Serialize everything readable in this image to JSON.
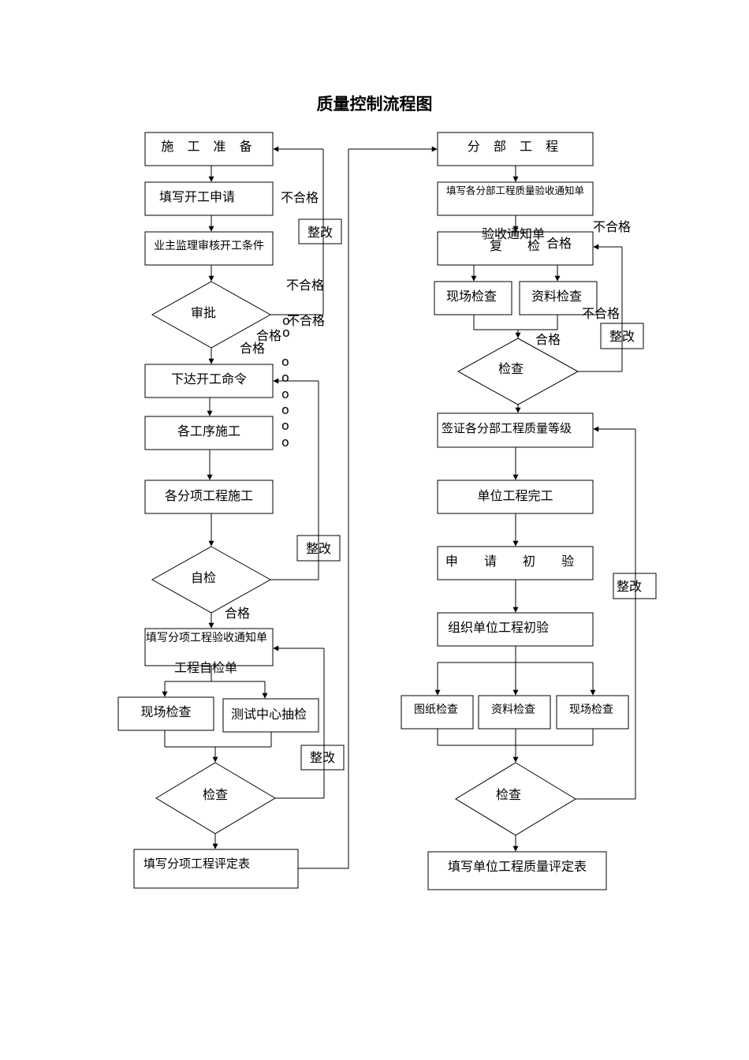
{
  "title": "质量控制流程图",
  "left": {
    "prep": "施 工 准 备",
    "apply": "填写开工申请",
    "review": "业主监理审核开工条件",
    "approve": "审批",
    "order": "下达开工命令",
    "process": "各工序施工",
    "sub_item": "各分项工程施工",
    "selfcheck": "自检",
    "fill_notice": "填写分项工程验收通知单",
    "self_sheet": "工程自检单",
    "site_check": "现场检查",
    "test_center": "测试中心抽检",
    "check": "检查",
    "eval_form": "填写分项工程评定表"
  },
  "right": {
    "division": "分 部 工 程",
    "fill_notice": "填写各分部工程质量验收通知单",
    "notice_overlap": "验收通知单",
    "recheck_a": "复",
    "recheck_b": "检",
    "site_check": "现场检查",
    "doc_check": "资料检查",
    "check": "检查",
    "sign": "签证各分部工程质量等级",
    "unit_done": "单位工程完工",
    "apply_initial": "申 请 初 验",
    "organize": "组织单位工程初验",
    "drawing_check": "图纸检查",
    "doc_check2": "资料检查",
    "site_check2": "现场检查",
    "check2": "检查",
    "unit_eval": "填写单位工程质量评定表"
  },
  "labels": {
    "fail": "不合格",
    "pass": "合格",
    "fix": "整改",
    "o": "o"
  }
}
